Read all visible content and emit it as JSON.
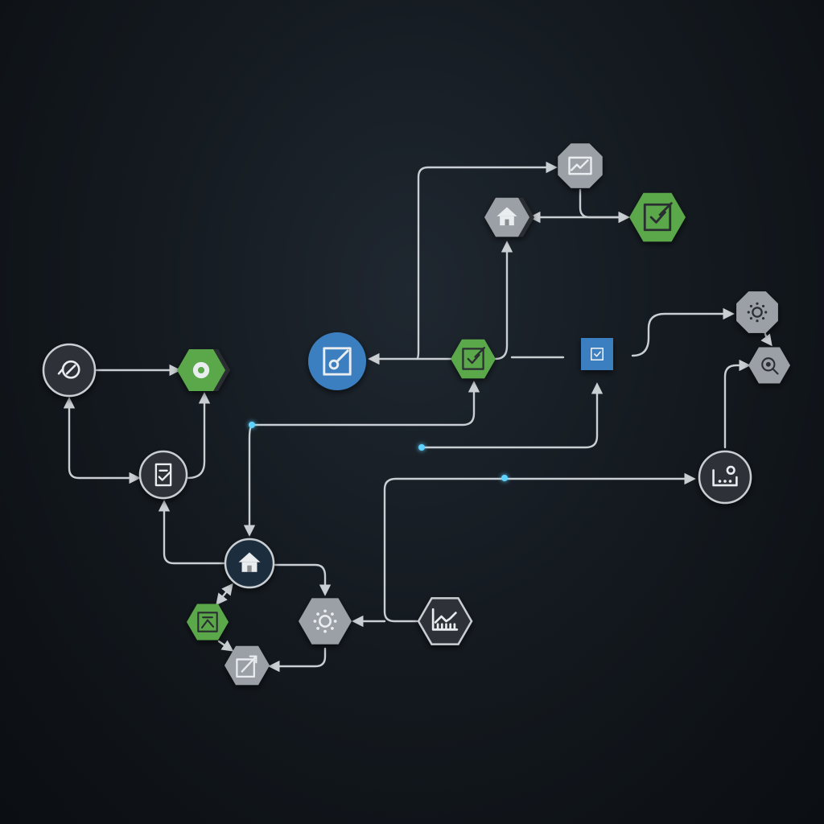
{
  "colors": {
    "background": "#0c1014",
    "edge": "#c9ced3",
    "glow": "#5fd3ff",
    "green": "#5aa84a",
    "blue": "#3a7fc0",
    "gray": "#9aa0a6",
    "dark": "#2e3338",
    "navy": "#1f2d3d",
    "outline": "#c9ced3",
    "icon_light": "#e9edf0",
    "icon_dark": "#2b2f33"
  },
  "nodes": [
    {
      "id": "node-chart-top",
      "shape": "octagon",
      "fill": "gray",
      "icon": "line-chart-icon"
    },
    {
      "id": "node-home-top",
      "shape": "hexagon",
      "fill": "gray",
      "icon": "home-icon"
    },
    {
      "id": "node-approve-green",
      "shape": "hexagon",
      "fill": "green",
      "icon": "checkbox-pencil-icon"
    },
    {
      "id": "node-edit-blue",
      "shape": "circle",
      "fill": "blue",
      "icon": "edit-square-icon"
    },
    {
      "id": "node-approve-center",
      "shape": "hexagon",
      "fill": "green",
      "icon": "checkbox-pencil-icon"
    },
    {
      "id": "node-check-square",
      "shape": "square",
      "fill": "blue",
      "icon": "checkmark-icon"
    },
    {
      "id": "node-settings-right",
      "shape": "octagon",
      "fill": "gray",
      "icon": "gear-icon"
    },
    {
      "id": "node-search-right",
      "shape": "hexagon",
      "fill": "gray",
      "icon": "search-icon"
    },
    {
      "id": "node-analytics-right",
      "shape": "circle",
      "fill": "dark",
      "icon": "image-chart-icon"
    },
    {
      "id": "node-compass-left",
      "shape": "circle",
      "fill": "dark",
      "icon": "compass-icon"
    },
    {
      "id": "node-link-green",
      "shape": "hexagon",
      "fill": "green",
      "icon": "ring-icon"
    },
    {
      "id": "node-document-left",
      "shape": "circle",
      "fill": "dark",
      "icon": "document-icon"
    },
    {
      "id": "node-home-hub",
      "shape": "circle",
      "fill": "navy",
      "icon": "home-icon"
    },
    {
      "id": "node-map-green",
      "shape": "hexagon",
      "fill": "green",
      "icon": "map-icon"
    },
    {
      "id": "node-gear-hub",
      "shape": "hexagon",
      "fill": "gray",
      "icon": "gear-icon"
    },
    {
      "id": "node-export-bottom",
      "shape": "hexagon",
      "fill": "gray",
      "icon": "export-icon"
    },
    {
      "id": "node-graph-bottom",
      "shape": "hexagon",
      "fill": "dark",
      "icon": "bar-graph-icon"
    }
  ],
  "edges": [
    {
      "id": "edge-center-to-blue"
    },
    {
      "id": "edge-center-to-chart"
    },
    {
      "id": "edge-center-to-home"
    },
    {
      "id": "edge-home-to-green"
    },
    {
      "id": "edge-chart-to-green"
    },
    {
      "id": "edge-square-to-center"
    },
    {
      "id": "edge-square-to-settings"
    },
    {
      "id": "edge-settings-to-search"
    },
    {
      "id": "edge-analytics-to-search"
    },
    {
      "id": "edge-compass-to-link"
    },
    {
      "id": "edge-document-to-compass"
    },
    {
      "id": "edge-document-to-link"
    },
    {
      "id": "edge-hub-to-document"
    },
    {
      "id": "edge-pulse-to-hub"
    },
    {
      "id": "edge-pulse-to-square"
    },
    {
      "id": "edge-hub-to-gear"
    },
    {
      "id": "edge-hub-to-map"
    },
    {
      "id": "edge-map-to-export"
    },
    {
      "id": "edge-gear-to-export"
    },
    {
      "id": "edge-graph-to-gear"
    },
    {
      "id": "edge-pulse-to-analytics"
    }
  ],
  "pulses": [
    {
      "id": "pulse-left"
    },
    {
      "id": "pulse-center"
    },
    {
      "id": "pulse-right"
    }
  ]
}
